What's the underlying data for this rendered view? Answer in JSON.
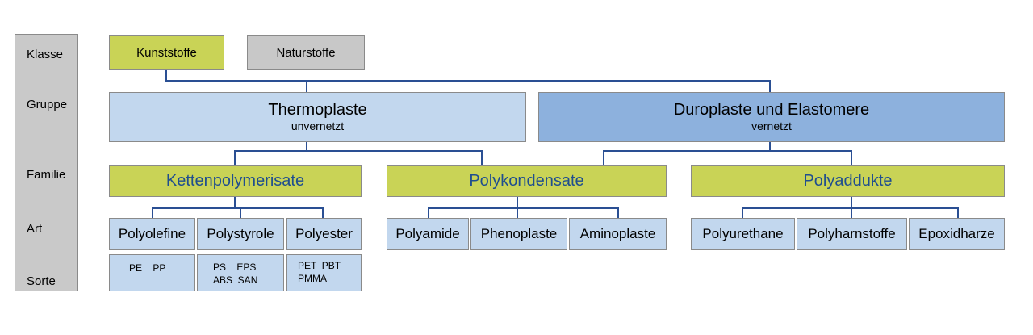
{
  "levels": [
    "Klasse",
    "Gruppe",
    "Familie",
    "Art",
    "Sorte"
  ],
  "klasse": {
    "kunststoffe": "Kunststoffe",
    "naturstoffe": "Naturstoffe"
  },
  "gruppe": {
    "thermoplaste": {
      "title": "Thermoplaste",
      "sub": "unvernetzt"
    },
    "duroplaste": {
      "title": "Duroplaste und Elastomere",
      "sub": "vernetzt"
    }
  },
  "familie": [
    "Kettenpolymerisate",
    "Polykondensate",
    "Polyaddukte"
  ],
  "art": [
    "Polyolefine",
    "Polystyrole",
    "Polyester",
    "Polyamide",
    "Phenoplaste",
    "Aminoplaste",
    "Polyurethane",
    "Polyharnstoffe",
    "Epoxidharze"
  ],
  "sorte": {
    "polyolefine": "PE    PP",
    "polystyrole_1": "PS    EPS",
    "polystyrole_2": "ABS  SAN",
    "polyester_1": "PET  PBT",
    "polyester_2": "PMMA"
  }
}
